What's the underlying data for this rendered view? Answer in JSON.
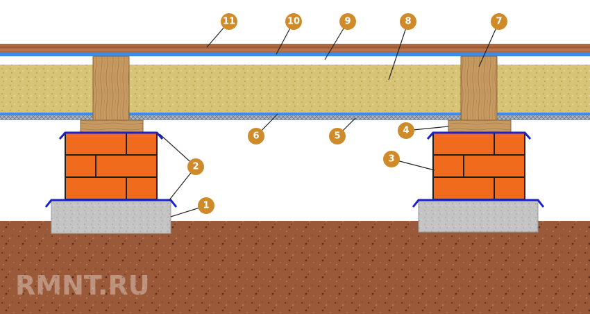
{
  "colors": {
    "sky": "#ffffff",
    "soil": "#9a5a3a",
    "soil_dark": "#6e3a22",
    "concrete": "#c4c4c4",
    "brick": "#f06b1c",
    "mortar": "#1e1e1e",
    "waterproofing": "#1a22c8",
    "wood": "#c79a62",
    "wood_dark": "#8a6238",
    "insulation": "#d7c476",
    "vapor_barrier": "#3d8be8",
    "subfloor_mesh": "#8090a0",
    "floorboard": "#b06a42",
    "label": "#cf8b2a",
    "leader": "#222222"
  },
  "labels": [
    {
      "id": "label-1",
      "text": "1"
    },
    {
      "id": "label-2",
      "text": "2"
    },
    {
      "id": "label-3",
      "text": "3"
    },
    {
      "id": "label-4",
      "text": "4"
    },
    {
      "id": "label-5",
      "text": "5"
    },
    {
      "id": "label-6",
      "text": "6"
    },
    {
      "id": "label-7",
      "text": "7"
    },
    {
      "id": "label-8",
      "text": "8"
    },
    {
      "id": "label-9",
      "text": "9"
    },
    {
      "id": "label-10",
      "text": "10"
    },
    {
      "id": "label-11",
      "text": "11"
    }
  ],
  "watermark": "RMNT.RU"
}
